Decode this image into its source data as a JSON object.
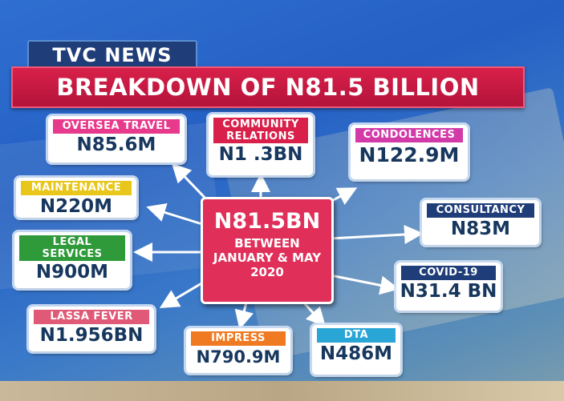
{
  "channel": {
    "logo_text": "TVC NEWS"
  },
  "headline": "BREAKDOWN OF N81.5 BILLION",
  "center": {
    "amount": "N81.5BN",
    "period": "BETWEEN JANUARY & MAY 2020",
    "color": "#e0305a"
  },
  "items": [
    {
      "label": "OVERSEA TRAVEL",
      "value": "N85.6M",
      "color": "#e83a8c"
    },
    {
      "label": "COMMUNITY RELATIONS",
      "value": "N1 .3BN",
      "color": "#d8204a"
    },
    {
      "label": "CONDOLENCES",
      "value": "N122.9M",
      "color": "#d23aa8"
    },
    {
      "label": "MAINTENANCE",
      "value": "N220M",
      "color": "#e8c61a"
    },
    {
      "label": "CONSULTANCY",
      "value": "N83M",
      "color": "#1f3d78"
    },
    {
      "label": "LEGAL SERVICES",
      "value": "N900M",
      "color": "#2f9a3a"
    },
    {
      "label": "COVID-19",
      "value": "N31.4 BN",
      "color": "#1f3d78"
    },
    {
      "label": "LASSA FEVER",
      "value": "N1.956BN",
      "color": "#e05a78"
    },
    {
      "label": "IMPRESS",
      "value": "N790.9M",
      "color": "#f07a22"
    },
    {
      "label": "DTA",
      "value": "N486M",
      "color": "#2aa6d6"
    }
  ]
}
